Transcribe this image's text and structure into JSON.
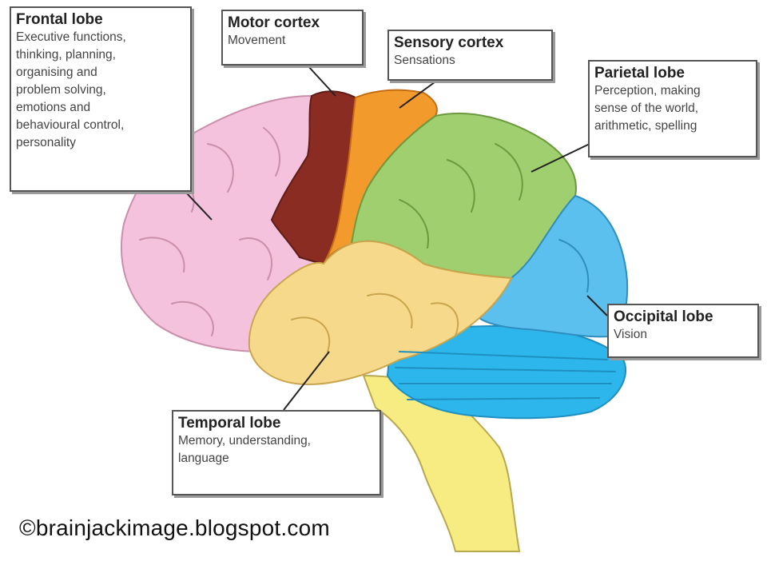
{
  "labels": {
    "frontal": {
      "title": "Frontal lobe",
      "lines": [
        "Executive functions,",
        "thinking, planning,",
        "organising and",
        "problem solving,",
        "emotions and",
        "behavioural control,",
        "personality"
      ]
    },
    "motor": {
      "title": "Motor cortex",
      "lines": [
        "Movement"
      ]
    },
    "sensory": {
      "title": "Sensory cortex",
      "lines": [
        "Sensations"
      ]
    },
    "parietal": {
      "title": "Parietal lobe",
      "lines": [
        "Perception, making",
        "sense of the world,",
        "arithmetic, spelling"
      ]
    },
    "occipital": {
      "title": "Occipital lobe",
      "lines": [
        "Vision"
      ]
    },
    "temporal": {
      "title": "Temporal lobe",
      "lines": [
        "Memory, understanding,",
        "language"
      ]
    }
  },
  "copyright": "©brainjackimage.blogspot.com",
  "colors": {
    "frontal": "#f4c2dc",
    "motor": "#8b2c22",
    "sensory": "#f39a2c",
    "parietal": "#9fcf6e",
    "occipital": "#5cc0ee",
    "temporal": "#f7d98b",
    "cerebellum": "#2cb6ec",
    "brainstem": "#f7ec82"
  }
}
